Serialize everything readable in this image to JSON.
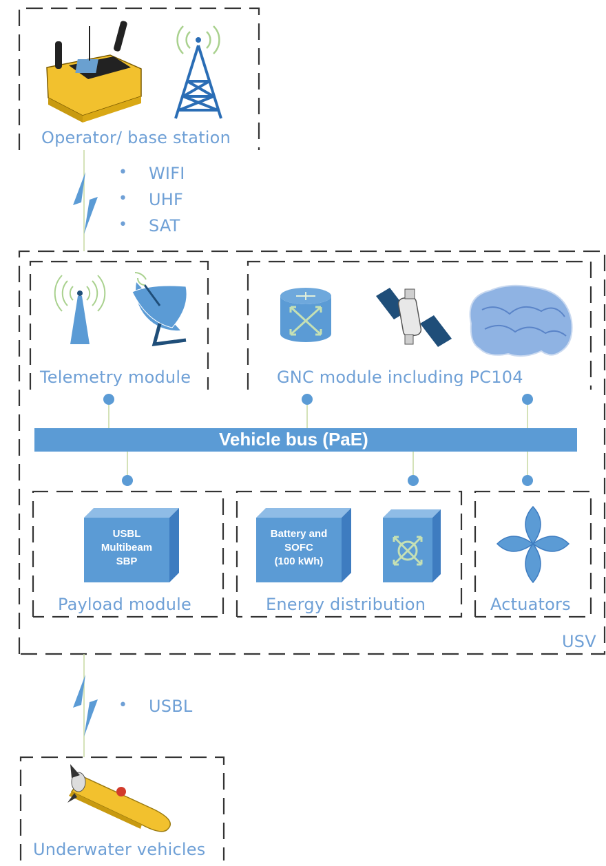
{
  "operator": {
    "label": "Operator/ base station"
  },
  "link_top": {
    "items": [
      "WIFI",
      "UHF",
      "SAT"
    ]
  },
  "telemetry": {
    "label": "Telemetry module"
  },
  "gnc": {
    "label": "GNC module including PC104"
  },
  "bus": {
    "label": "Vehicle bus (PaE)"
  },
  "payload": {
    "label": "Payload module",
    "box_text": [
      "USBL",
      "Multibeam",
      "SBP"
    ]
  },
  "energy": {
    "label": "Energy distribution",
    "box_text": [
      "Battery and",
      "SOFC",
      "(100 kWh)"
    ]
  },
  "actuators": {
    "label": "Actuators"
  },
  "usv": {
    "label": "USV"
  },
  "link_bottom": {
    "items": [
      "USBL"
    ]
  },
  "underwater": {
    "label": "Underwater vehicles"
  },
  "colors": {
    "accent": "#5b9bd5",
    "text": "#6fa0d6",
    "dashed": "#333333",
    "link_line": "#c5d9a0",
    "yellow": "#f2c12e",
    "navy": "#1f4e79"
  }
}
